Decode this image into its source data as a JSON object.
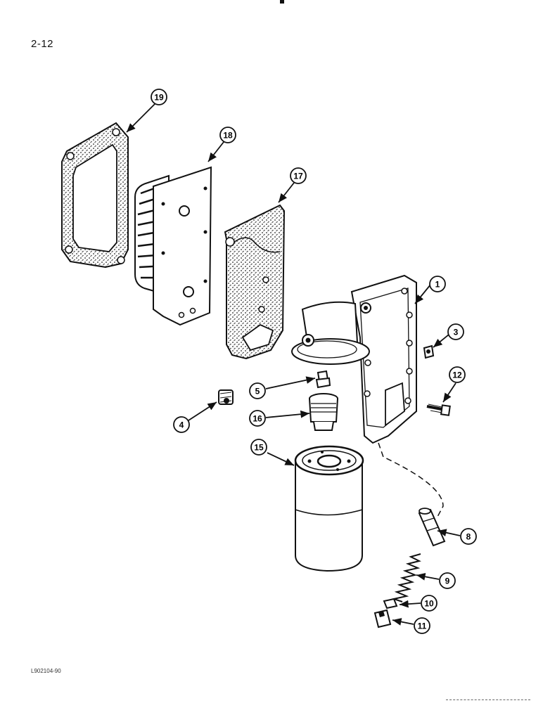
{
  "page_number": "2-12",
  "figure_code": "L902104-90",
  "callouts": [
    {
      "id": "c1",
      "label": "1"
    },
    {
      "id": "c3",
      "label": "3"
    },
    {
      "id": "c4",
      "label": "4"
    },
    {
      "id": "c5",
      "label": "5"
    },
    {
      "id": "c8",
      "label": "8"
    },
    {
      "id": "c9",
      "label": "9"
    },
    {
      "id": "c10",
      "label": "10"
    },
    {
      "id": "c11",
      "label": "11"
    },
    {
      "id": "c12",
      "label": "12"
    },
    {
      "id": "c15",
      "label": "15"
    },
    {
      "id": "c16",
      "label": "16"
    },
    {
      "id": "c17",
      "label": "17"
    },
    {
      "id": "c18",
      "label": "18"
    },
    {
      "id": "c19",
      "label": "19"
    }
  ],
  "colors": {
    "ink": "#111111",
    "paper": "#ffffff",
    "shade": "#d8d8d8"
  }
}
